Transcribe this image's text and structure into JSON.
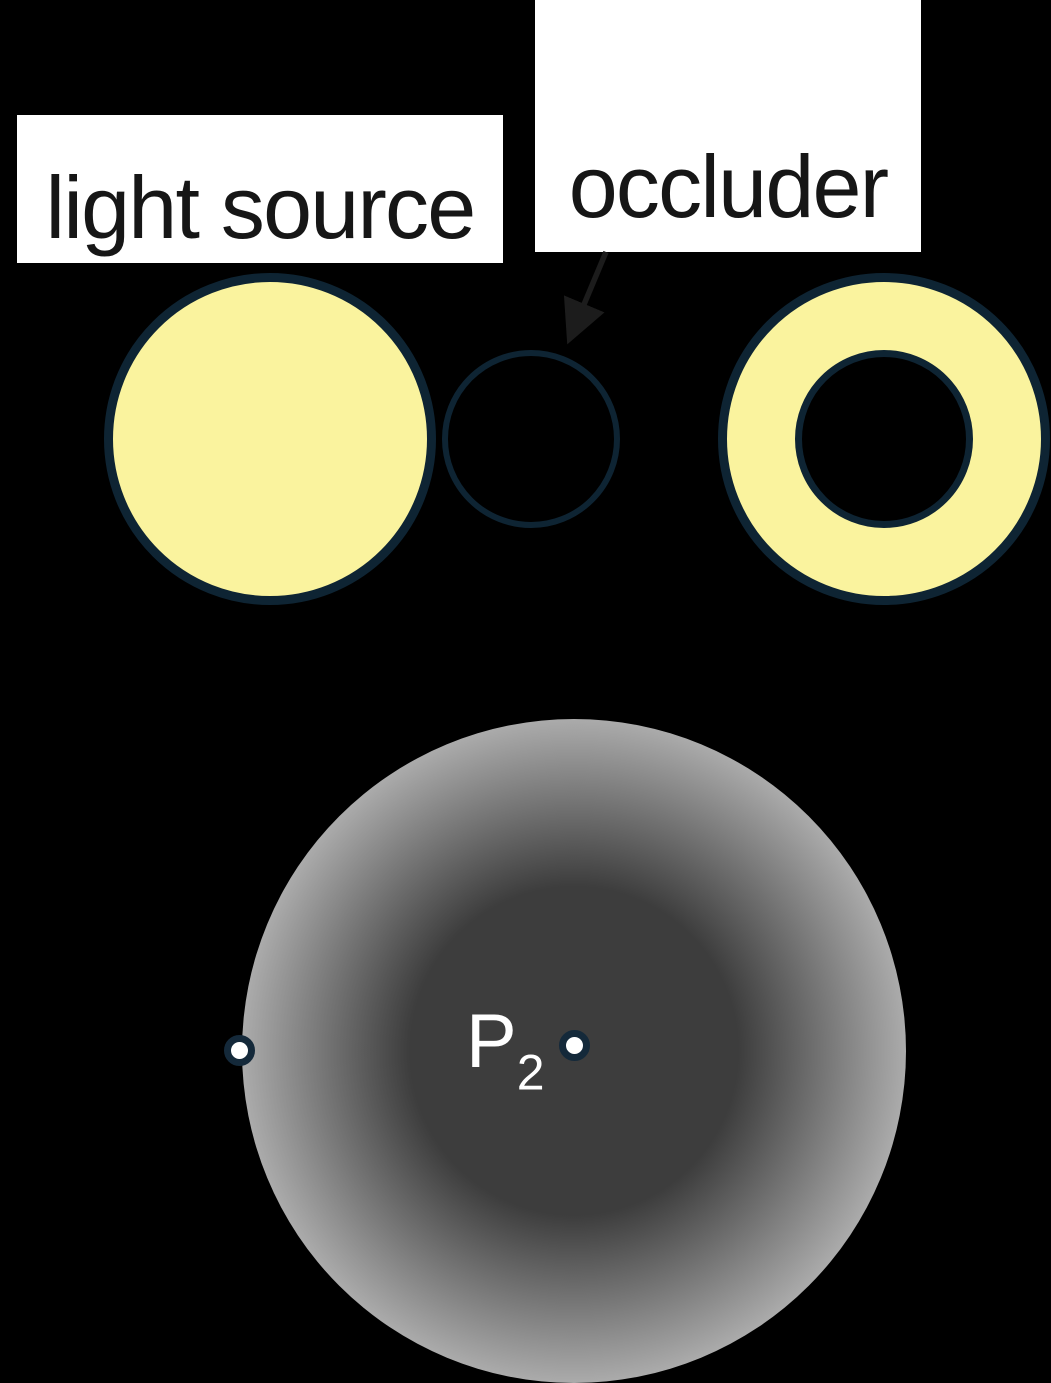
{
  "labels": {
    "light_source": "light source",
    "occluder": "occluder",
    "p2_base": "P",
    "p2_subscript": "2"
  },
  "colors": {
    "background": "#000000",
    "label_box_bg": "#ffffff",
    "label_text": "#161616",
    "arrow": "#1c1c1c",
    "source_fill": "#faf39e",
    "outline": "#0e2433",
    "umbra": "#3d3d3d",
    "penumbra_edge": "#ababab",
    "dot_ring": "#14293a",
    "dot_fill": "#ffffff",
    "point_label": "#ffffff"
  }
}
